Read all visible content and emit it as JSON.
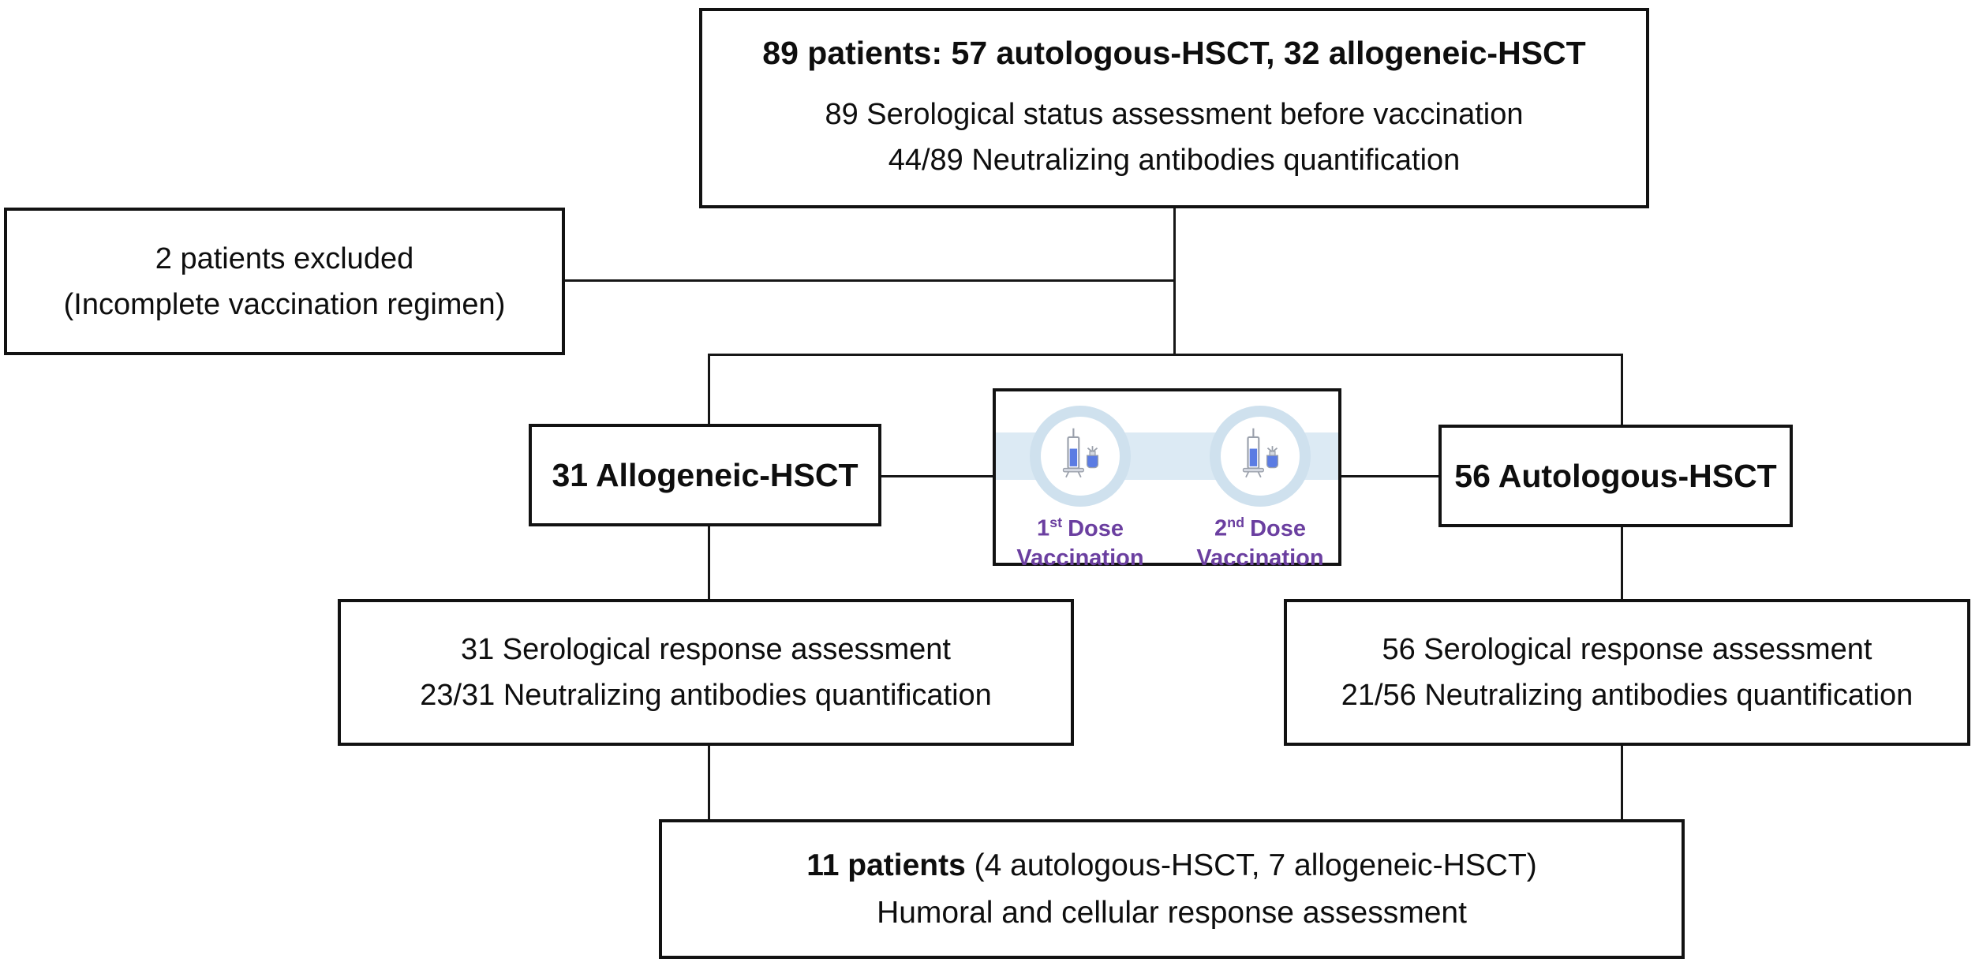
{
  "top_box": {
    "title": "89 patients: 57 autologous-HSCT, 32 allogeneic-HSCT",
    "line1": "89 Serological status assessment before vaccination",
    "line2": "44/89 Neutralizing antibodies quantification"
  },
  "excluded_box": {
    "line1": "2 patients excluded",
    "line2": "(Incomplete vaccination regimen)"
  },
  "allogeneic_box": {
    "label": "31 Allogeneic-HSCT"
  },
  "autologous_box": {
    "label": "56 Autologous-HSCT"
  },
  "vaccination": {
    "doses": [
      {
        "number": "1",
        "ordinal": "st",
        "word": "Dose",
        "line2": "Vaccination"
      },
      {
        "number": "2",
        "ordinal": "nd",
        "word": "Dose",
        "line2": "Vaccination"
      }
    ]
  },
  "allo_response_box": {
    "line1": "31 Serological response assessment",
    "line2": "23/31 Neutralizing antibodies quantification"
  },
  "auto_response_box": {
    "line1": "56 Serological response assessment",
    "line2": "21/56 Neutralizing antibodies quantification"
  },
  "final_box": {
    "line1_bold": "11 patients",
    "line1_rest": " (4 autologous-HSCT, 7 allogeneic-HSCT)",
    "line2": "Humoral and cellular response assessment"
  },
  "colors": {
    "band_blue": "#dceaf4",
    "ring_blue": "#cfe1ee",
    "syringe_blue": "#5b7ce3",
    "dose_purple": "#6b3fa0",
    "line_black": "#161616"
  }
}
